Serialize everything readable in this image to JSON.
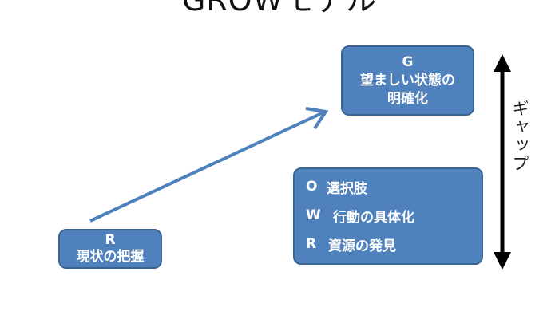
{
  "title": "GROWモデル",
  "goal": {
    "letter": "G",
    "line1": "望ましい状態の",
    "line2": "明確化"
  },
  "reality": {
    "letter": "R",
    "label": "現状の把握"
  },
  "options_box": {
    "items": [
      {
        "letter": "O",
        "label": "選択肢"
      },
      {
        "letter": "W",
        "label": "行動の具体化"
      },
      {
        "letter": "R",
        "label": "資源の発見"
      }
    ]
  },
  "gap_label": "ギャップ",
  "colors": {
    "box_fill": "#4f81bd",
    "box_border": "#3a6593",
    "diagonal_arrow": "#4f81bd",
    "gap_arrow": "#000000"
  }
}
